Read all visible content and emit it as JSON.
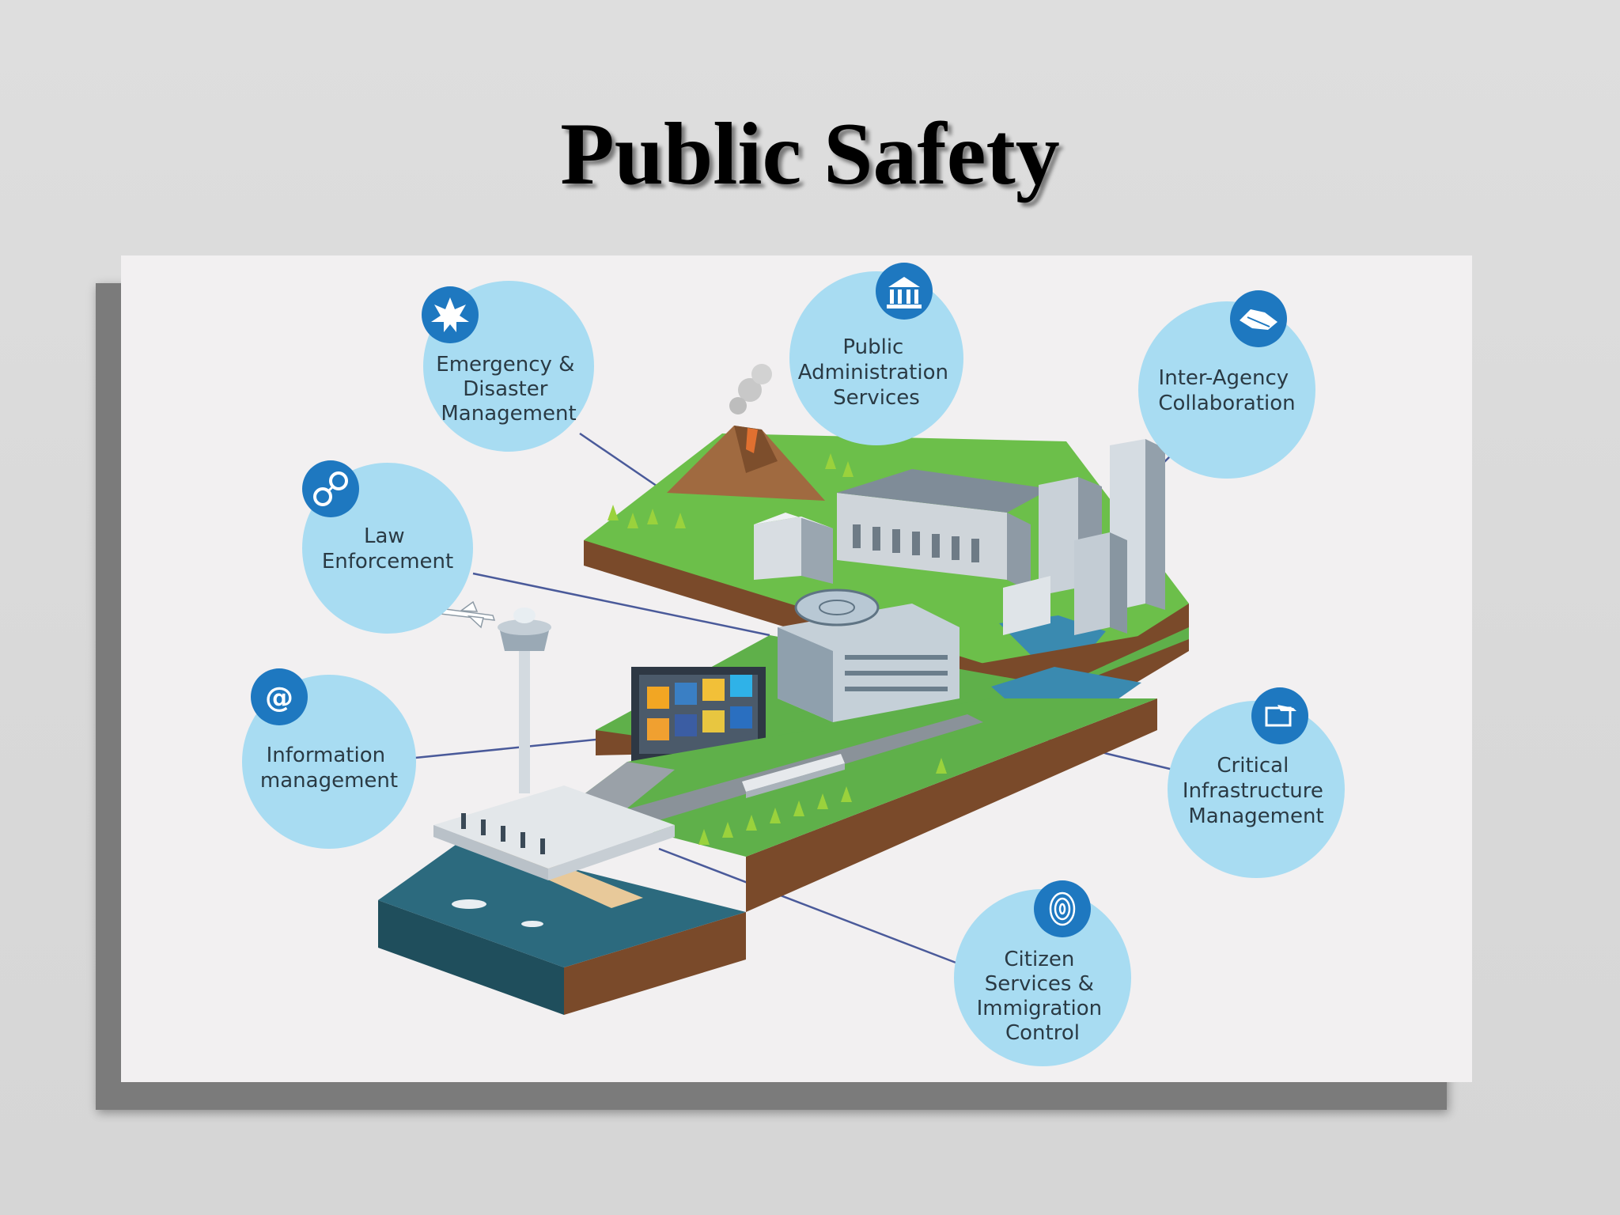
{
  "slide": {
    "title": "Public Safety"
  },
  "colors": {
    "bubble": "#a8dcf2",
    "icon": "#1e78c0",
    "connector": "#4a5a9a",
    "ground_green": "#6cbf4a",
    "soil": "#7a4a2a",
    "water": "#2c6a7e"
  },
  "bubbles": [
    {
      "id": "emergency",
      "icon": "explosion-icon",
      "lines": [
        "Emergency &",
        "Disaster",
        "Management"
      ]
    },
    {
      "id": "public-admin",
      "icon": "government-building-icon",
      "lines": [
        "Public",
        "Administration",
        "Services"
      ]
    },
    {
      "id": "inter-agency",
      "icon": "handshake-icon",
      "lines": [
        "Inter-Agency",
        "Collaboration"
      ]
    },
    {
      "id": "law",
      "icon": "handcuffs-icon",
      "lines": [
        "Law",
        "Enforcement"
      ]
    },
    {
      "id": "information",
      "icon": "at-sign-icon",
      "lines": [
        "Information",
        "management"
      ]
    },
    {
      "id": "critical",
      "icon": "airplane-monitor-icon",
      "lines": [
        "Critical",
        "Infrastructure",
        "Management"
      ]
    },
    {
      "id": "citizen",
      "icon": "fingerprint-icon",
      "lines": [
        "Citizen",
        "Services &",
        "Immigration",
        "Control"
      ]
    }
  ],
  "city": {
    "billboard_icons": [
      "rss-icon",
      "twitter-icon",
      "facebook-icon",
      "flickr-icon"
    ]
  }
}
